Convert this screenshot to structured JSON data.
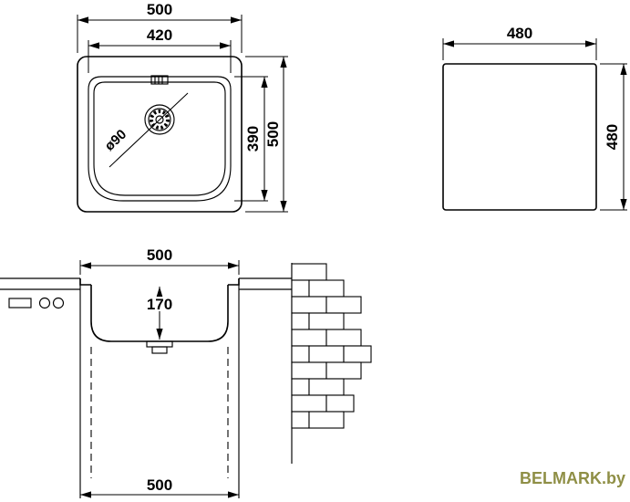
{
  "watermark": {
    "label": "BELMARK.by",
    "color": "#8F8F46"
  },
  "dimensions": {
    "top_view": {
      "outer_width": "500",
      "bowl_width": "420",
      "bowl_height": "390",
      "outer_height": "500",
      "drain_diameter": "ø90"
    },
    "cutout_view": {
      "width": "480",
      "height": "480"
    },
    "section_view": {
      "top_width": "500",
      "bowl_depth": "170",
      "bottom_width": "500"
    }
  }
}
